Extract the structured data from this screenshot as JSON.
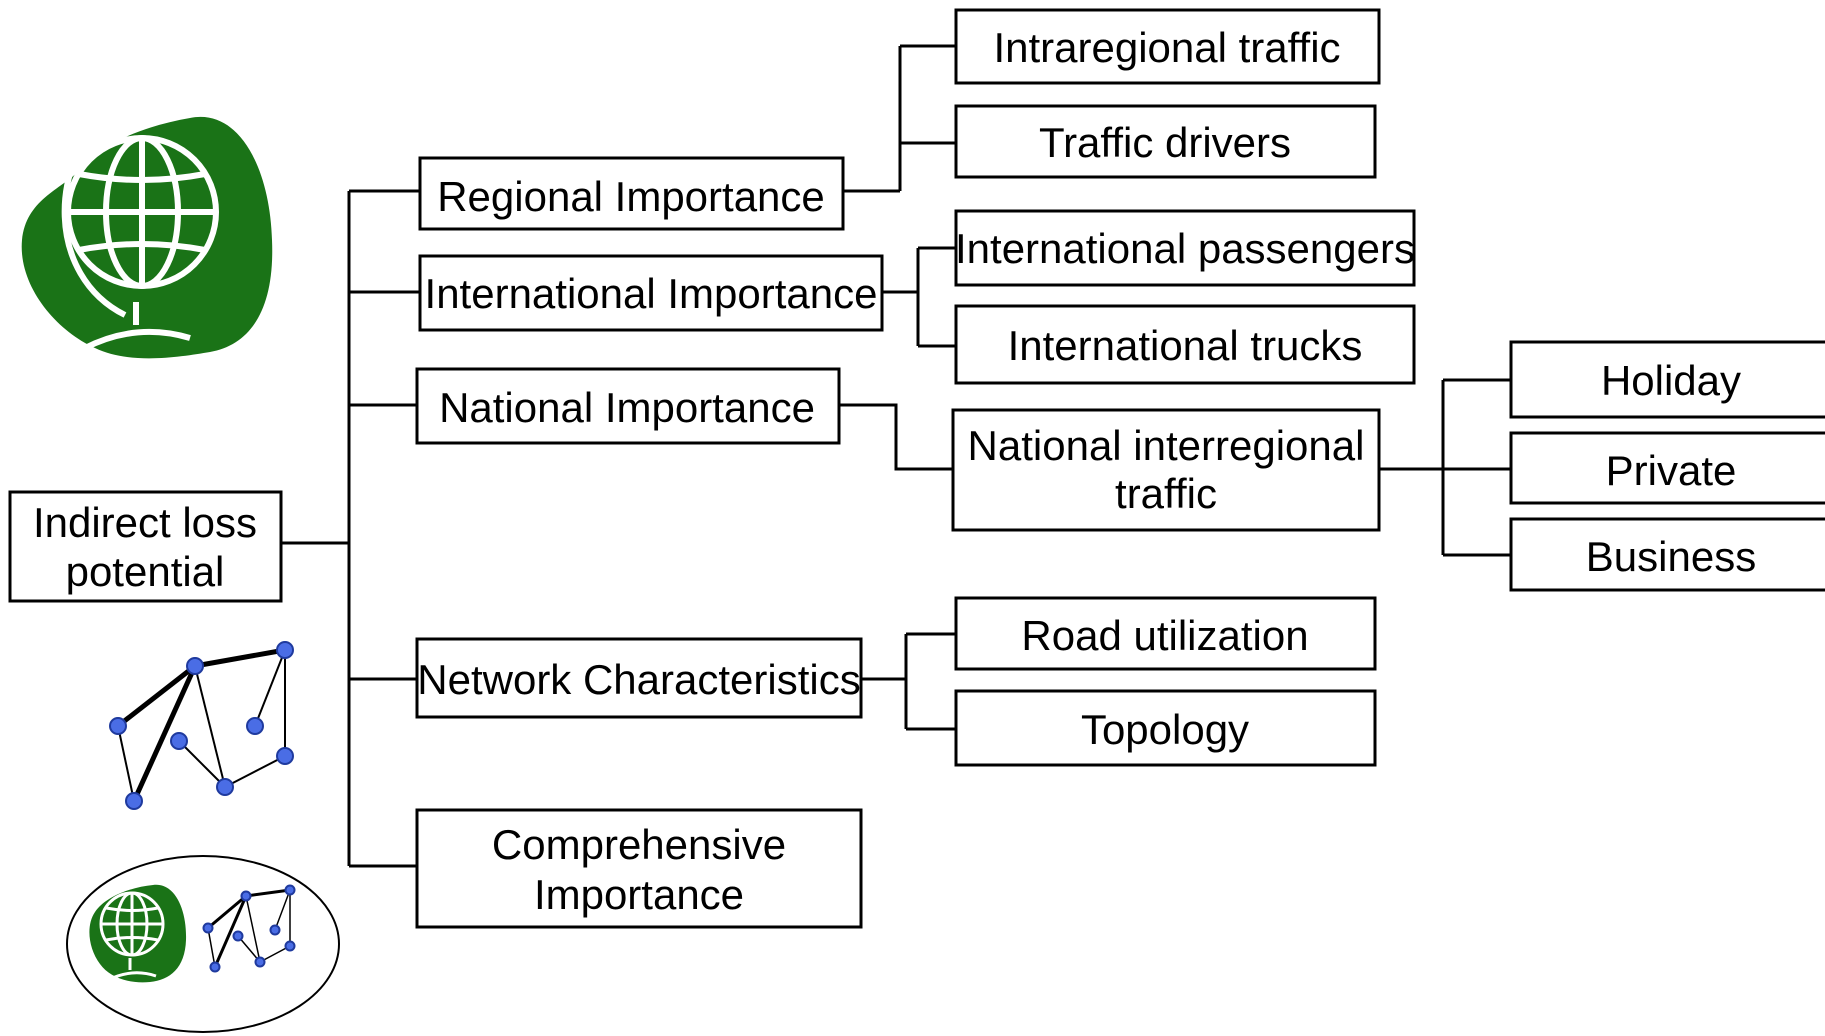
{
  "diagram": {
    "root": {
      "line1": "Indirect loss",
      "line2": "potential"
    },
    "categories": {
      "regional": "Regional Importance",
      "international": "International Importance",
      "national": "National Importance",
      "network": "Network Characteristics",
      "comprehensive": {
        "line1": "Comprehensive",
        "line2": "Importance"
      }
    },
    "leaves": {
      "intraregional": "Intraregional traffic",
      "traffic_drivers": "Traffic drivers",
      "international_passengers": "International passengers",
      "international_trucks": "International trucks",
      "national_interregional": {
        "line1": "National interregional",
        "line2": "traffic"
      },
      "road_utilization": "Road utilization",
      "topology": "Topology"
    },
    "sub_leaves": {
      "holiday": "Holiday",
      "private": "Private",
      "business": "Business"
    }
  },
  "icons": {
    "globe": "globe-icon",
    "network_graph": "network-graph-icon",
    "combined": "combined-globe-network-icon"
  },
  "colors": {
    "globe_green": "#1a7317",
    "node_blue": "#4a6de5",
    "line": "#000000",
    "box_fill": "#ffffff"
  }
}
